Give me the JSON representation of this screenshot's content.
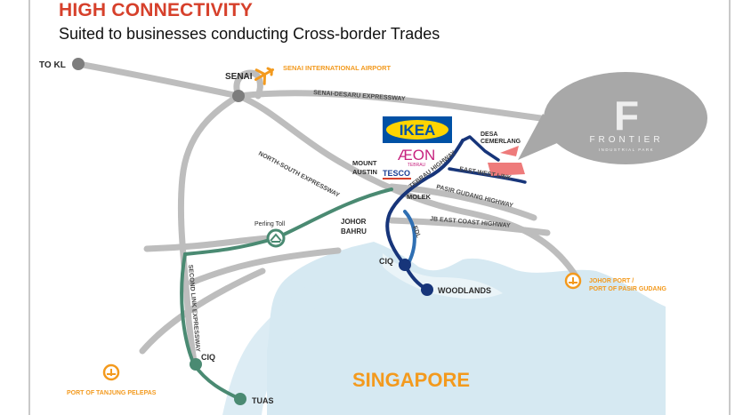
{
  "header": {
    "title": "HIGH CONNECTIVITY",
    "subtitle": "Suited to businesses conducting Cross-border Trades"
  },
  "places": {
    "to_kl": "TO KL",
    "senai": "SENAI",
    "senai_airport": "SENAI INTERNATIONAL AIRPORT",
    "desa_1": "DESA",
    "desa_2": "CEMERLANG",
    "mount_1": "MOUNT",
    "mount_2": "AUSTIN",
    "molek": "MOLEK",
    "johor_1": "JOHOR",
    "johor_2": "BAHRU",
    "perling_toll": "Perling Toll",
    "ciq_east": "CIQ",
    "woodlands": "WOODLANDS",
    "ciq_west": "CIQ",
    "tuas": "TUAS",
    "singapore": "SINGAPORE",
    "johor_port_1": "JOHOR PORT /",
    "johor_port_2": "PORT OF PASIR GUDANG",
    "tanjung_pelepas": "PORT OF TANJUNG PELEPAS"
  },
  "roads": {
    "senai_desaru": "SENAI-DESARU EXPRESSWAY",
    "north_south": "NORTH-SOUTH EXPRESSWAY",
    "tebrau": "TEBRAU HIGHWAY",
    "east_west": "EAST-WEST LINK",
    "pasir_gudang": "PASIR GUDANG HIGHWAY",
    "jb_east_coast": "JB EAST COAST HIGHWAY",
    "eastern_dispersal": "EDL",
    "second_link": "SECOND LINK EXPRESSWAY"
  },
  "brands": {
    "ikea": "IKEA",
    "aeon": "ÆON",
    "aeon_sub": "TEBRAU",
    "tesco": "TESCO",
    "frontier": "FRONTIER",
    "frontier_sub": "INDUSTRIAL PARK",
    "frontier_letter": "F"
  },
  "colors": {
    "title_red": "#d6402b",
    "orange": "#f39a1e",
    "navy_road": "#17357a",
    "blue_road": "#2f6fb3",
    "green_road": "#4a8a72",
    "grey_road": "#b8b8b8",
    "water": "#d6e9f2",
    "ikea_blue": "#0051a5",
    "ikea_yellow": "#ffd400",
    "aeon_pink": "#c7237f"
  },
  "icons": [
    "airplane-icon",
    "toll-gate-icon",
    "port-icon",
    "frontier-site-icon"
  ]
}
